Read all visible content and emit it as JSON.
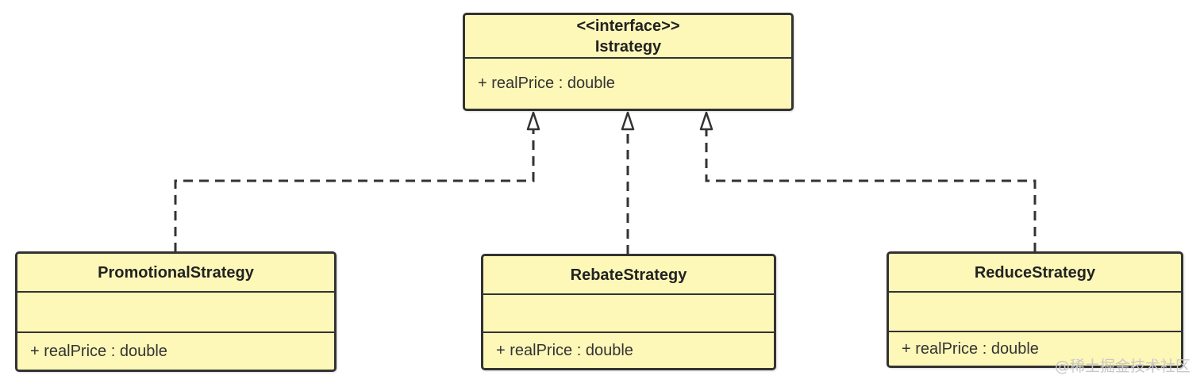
{
  "interface": {
    "stereotype": "<<interface>>",
    "name": "Istrategy",
    "member": "+ realPrice : double"
  },
  "classes": [
    {
      "name": "PromotionalStrategy",
      "member": "+ realPrice : double"
    },
    {
      "name": "RebateStrategy",
      "member": "+ realPrice : double"
    },
    {
      "name": "ReduceStrategy",
      "member": "+ realPrice : double"
    }
  ],
  "watermark": "@稀土掘金技术社区",
  "colors": {
    "box_fill": "#fdf7b8",
    "stroke": "#333333"
  }
}
